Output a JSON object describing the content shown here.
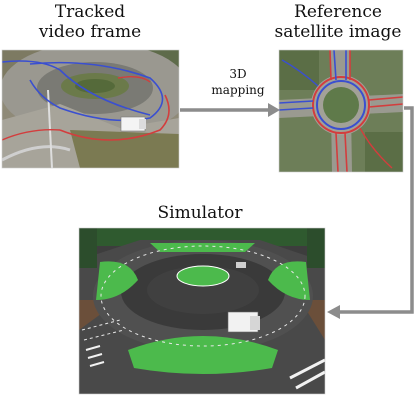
{
  "labels": {
    "video_line1": "Tracked",
    "video_line2": "video frame",
    "sat_line1": "Reference",
    "sat_line2": "satellite image",
    "simulator": "Simulator",
    "arrow_line1": "3D",
    "arrow_line2": "mapping"
  },
  "colors": {
    "arrow": "#8c8c8c",
    "track_blue": "#3a4fd0",
    "track_red": "#d33d3d",
    "grass": "#4cba4c",
    "asphalt": "#444444"
  }
}
